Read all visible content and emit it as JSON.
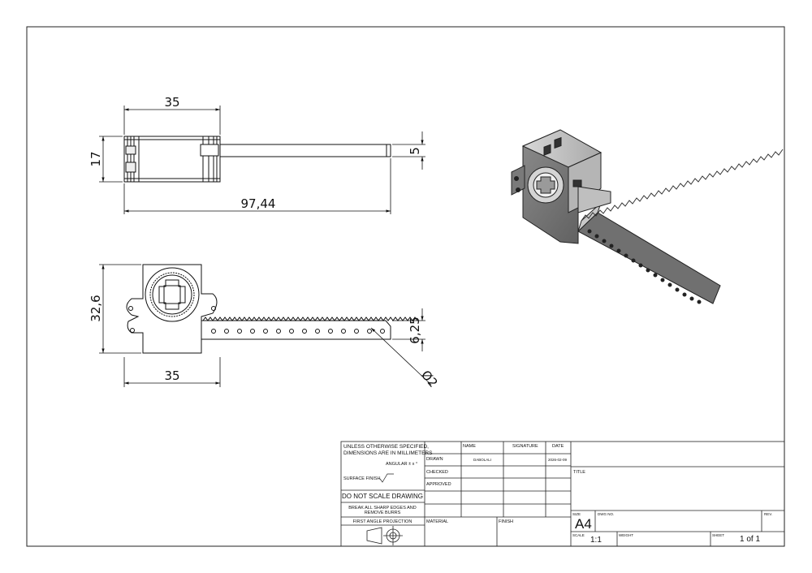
{
  "drawing": {
    "top_view": {
      "dim_width": "35",
      "dim_height": "17",
      "dim_length": "97,44",
      "dim_rack_thickness": "5"
    },
    "front_view": {
      "dim_height": "32,6",
      "dim_width": "35",
      "dim_rack_height": "6,25",
      "dim_hole_dia": "Ø2"
    }
  },
  "title_block": {
    "general_note_1": "UNLESS OTHERWISE SPECIFIED,",
    "general_note_2": "DIMENSIONS ARE IN MILLIMETERS",
    "angular_tol": "ANGULAR ± x °",
    "surface_finish": "SURFACE FINISH",
    "do_not_scale": "DO NOT SCALE DRAWING",
    "break_edges_1": "BREAK ALL SHARP EDGES AND",
    "break_edges_2": "REMOVE BURRS",
    "projection": "FIRST ANGLE PROJECTION",
    "col_name": "NAME",
    "col_signature": "SIGNATURE",
    "col_date": "DATE",
    "row_drawn": "DRAWN",
    "row_checked": "CHECKED",
    "row_approved": "APPROVED",
    "drawn_name": "DABOLALI",
    "drawn_date": "2026-02-09",
    "label_title": "TITLE",
    "label_material": "MATERIAL",
    "label_finish": "FINISH",
    "label_size": "SIZE",
    "size_value": "A4",
    "label_dwg_no": "DWG NO.",
    "label_rev": "REV.",
    "label_scale": "SCALE",
    "scale_value": "1:1",
    "label_weight": "WEIGHT",
    "label_sheet": "SHEET",
    "sheet_value": "1 of 1"
  }
}
